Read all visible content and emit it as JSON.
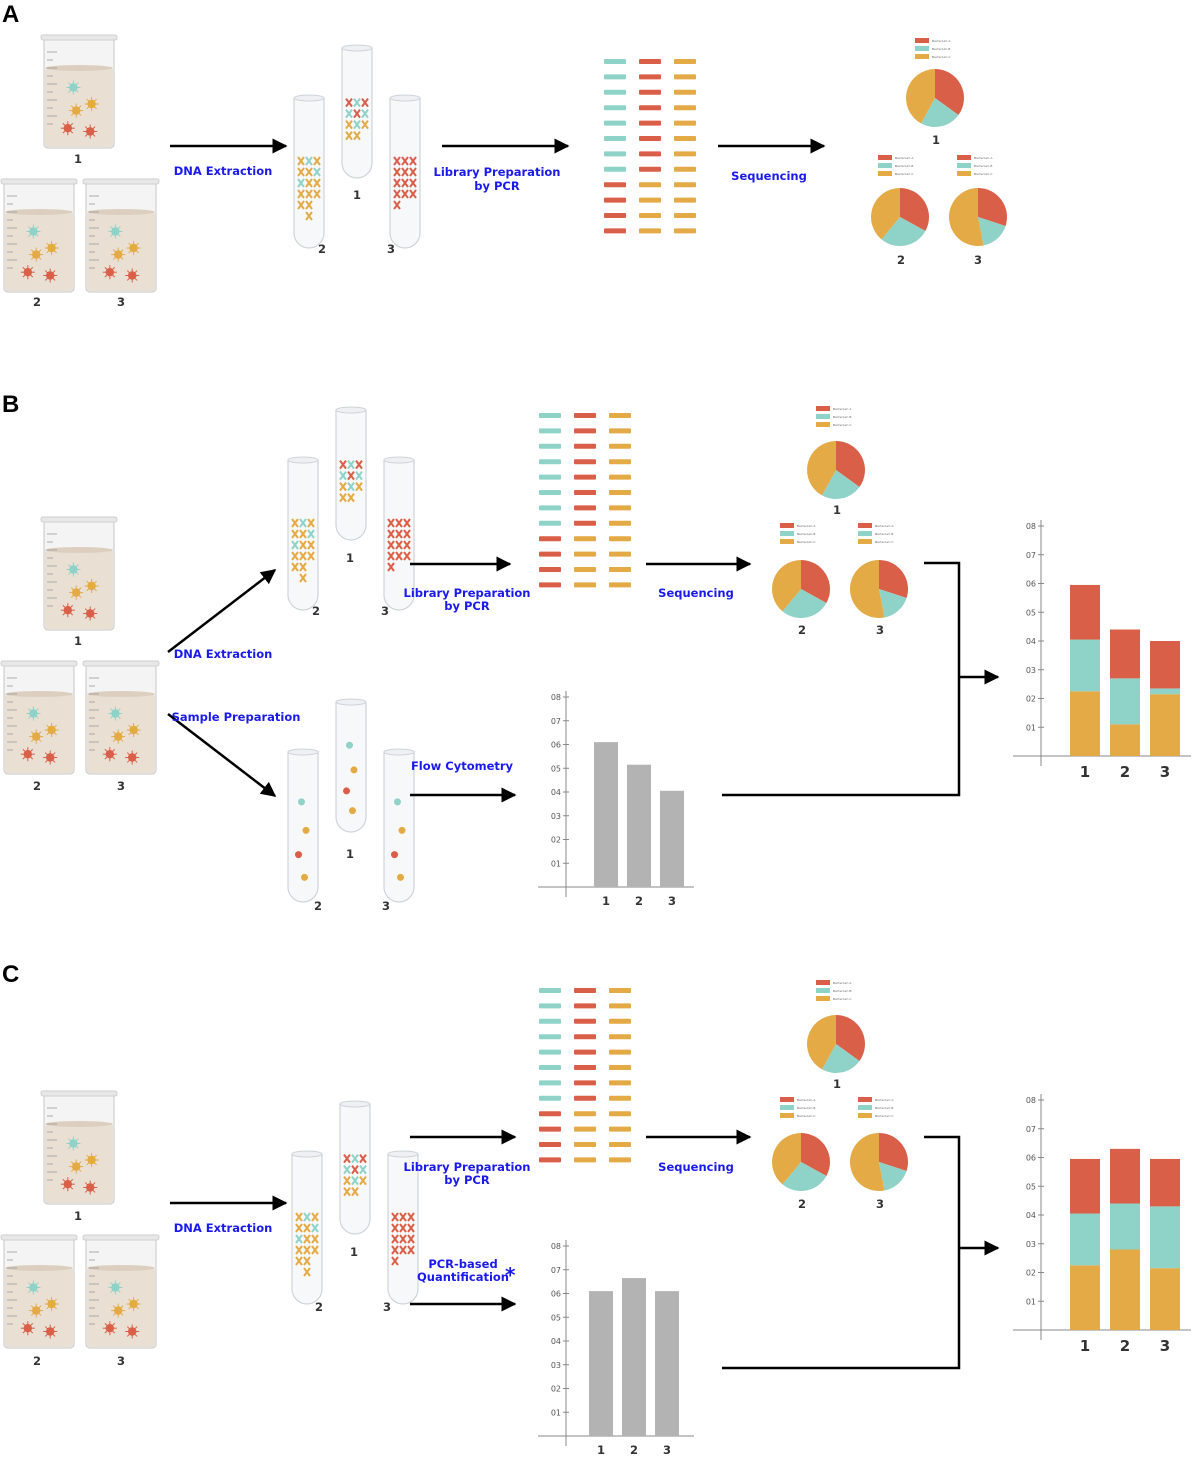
{
  "colors": {
    "red": "#d95f48",
    "teal": "#8fd3c8",
    "gold": "#e3aa45",
    "gray": "#b3b3b3",
    "label_blue": "#1a1aee"
  },
  "sample_labels": [
    "1",
    "2",
    "3"
  ],
  "legend_entries": [
    "Bacterium A",
    "Bacterium B",
    "Bacterium C"
  ],
  "axis_ticks": [
    "01",
    "02",
    "03",
    "04",
    "05",
    "06",
    "07",
    "08"
  ],
  "panels": {
    "A": {
      "letter": "A",
      "steps": {
        "extraction": "DNA Extraction",
        "library_1": "Library Preparation",
        "library_2": "by PCR",
        "sequencing": "Sequencing"
      }
    },
    "B": {
      "letter": "B",
      "steps": {
        "extraction": "DNA Extraction",
        "sample_prep": "Sample Preparation",
        "library_1": "Library Preparation",
        "library_2": "by PCR",
        "sequencing": "Sequencing",
        "flow": "Flow Cytometry"
      }
    },
    "C": {
      "letter": "C",
      "steps": {
        "extraction": "DNA Extraction",
        "library_1": "Library Preparation",
        "library_2": "by PCR",
        "sequencing": "Sequencing",
        "pcr_1": "PCR-based",
        "pcr_2": "Quantification",
        "asterisk": "*"
      }
    }
  },
  "chart_data": [
    {
      "id": "A-pies",
      "type": "pie",
      "categories": [
        "Bacterium A",
        "Bacterium B",
        "Bacterium C"
      ],
      "series": [
        {
          "sample": "1",
          "values": [
            35,
            23,
            42
          ]
        },
        {
          "sample": "2",
          "values": [
            33,
            28,
            39
          ]
        },
        {
          "sample": "3",
          "values": [
            30,
            17,
            53
          ]
        }
      ]
    },
    {
      "id": "B-pies",
      "type": "pie",
      "categories": [
        "Bacterium A",
        "Bacterium B",
        "Bacterium C"
      ],
      "series": [
        {
          "sample": "1",
          "values": [
            35,
            23,
            42
          ]
        },
        {
          "sample": "2",
          "values": [
            33,
            28,
            39
          ]
        },
        {
          "sample": "3",
          "values": [
            30,
            17,
            53
          ]
        }
      ]
    },
    {
      "id": "B-flow",
      "type": "bar",
      "categories": [
        "1",
        "2",
        "3"
      ],
      "values": [
        6.1,
        5.15,
        4.05
      ],
      "ylim": [
        0,
        8
      ]
    },
    {
      "id": "B-stacked",
      "type": "bar",
      "categories": [
        "1",
        "2",
        "3"
      ],
      "ylim": [
        0,
        8
      ],
      "series": [
        {
          "name": "Bacterium C",
          "values": [
            2.25,
            1.1,
            2.15
          ]
        },
        {
          "name": "Bacterium B",
          "values": [
            1.8,
            1.6,
            0.2
          ]
        },
        {
          "name": "Bacterium A",
          "values": [
            1.9,
            1.7,
            1.65
          ]
        }
      ]
    },
    {
      "id": "C-pies",
      "type": "pie",
      "categories": [
        "Bacterium A",
        "Bacterium B",
        "Bacterium C"
      ],
      "series": [
        {
          "sample": "1",
          "values": [
            35,
            23,
            42
          ]
        },
        {
          "sample": "2",
          "values": [
            33,
            28,
            39
          ]
        },
        {
          "sample": "3",
          "values": [
            30,
            17,
            53
          ]
        }
      ]
    },
    {
      "id": "C-pcr",
      "type": "bar",
      "categories": [
        "1",
        "2",
        "3"
      ],
      "values": [
        6.1,
        6.65,
        6.1
      ],
      "ylim": [
        0,
        8
      ]
    },
    {
      "id": "C-stacked",
      "type": "bar",
      "categories": [
        "1",
        "2",
        "3"
      ],
      "ylim": [
        0,
        8
      ],
      "series": [
        {
          "name": "Bacterium C",
          "values": [
            2.25,
            2.8,
            2.15
          ]
        },
        {
          "name": "Bacterium B",
          "values": [
            1.8,
            1.6,
            2.15
          ]
        },
        {
          "name": "Bacterium A",
          "values": [
            1.9,
            1.9,
            1.65
          ]
        }
      ]
    }
  ]
}
